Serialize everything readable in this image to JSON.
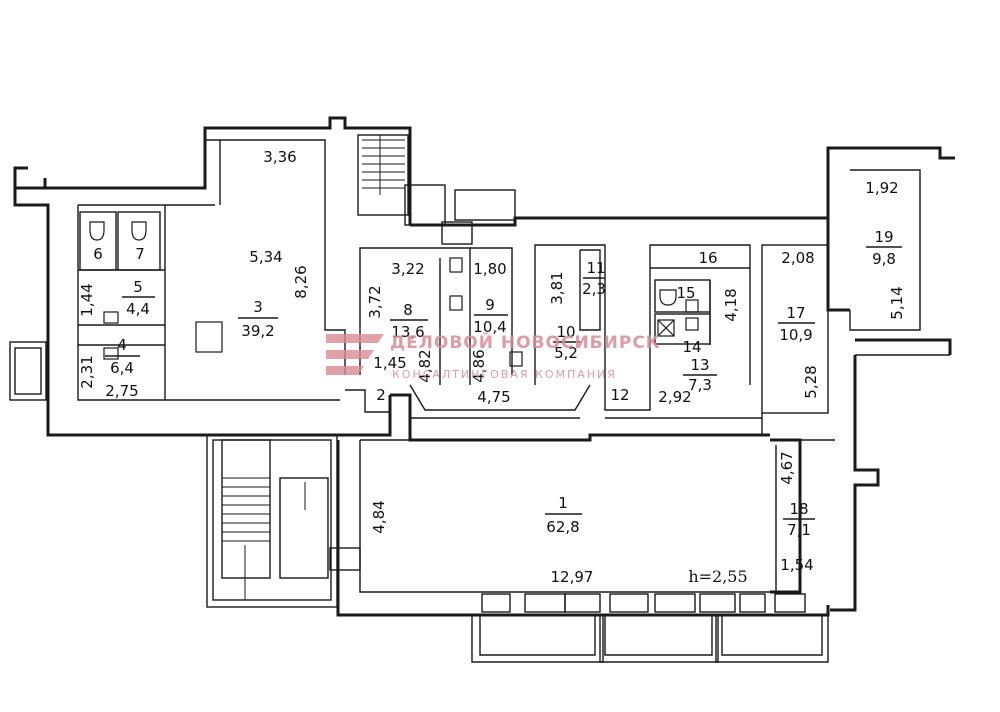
{
  "rooms": [
    {
      "id": "1",
      "number": "1",
      "area": "62,8"
    },
    {
      "id": "3",
      "number": "3",
      "area": "39,2"
    },
    {
      "id": "4",
      "number": "4",
      "area": "6,4"
    },
    {
      "id": "5",
      "number": "5",
      "area": "4,4"
    },
    {
      "id": "6",
      "number": "6",
      "area": ""
    },
    {
      "id": "7",
      "number": "7",
      "area": ""
    },
    {
      "id": "8",
      "number": "8",
      "area": "13,6"
    },
    {
      "id": "9",
      "number": "9",
      "area": "10,4"
    },
    {
      "id": "10",
      "number": "10",
      "area": "5,2"
    },
    {
      "id": "11",
      "number": "11",
      "area": "2,3"
    },
    {
      "id": "13",
      "number": "13",
      "area": "7,3"
    },
    {
      "id": "14",
      "number": "14",
      "area": ""
    },
    {
      "id": "15",
      "number": "15",
      "area": ""
    },
    {
      "id": "16",
      "number": "16",
      "area": ""
    },
    {
      "id": "17",
      "number": "17",
      "area": "10,9"
    },
    {
      "id": "18",
      "number": "18",
      "area": "7,1"
    },
    {
      "id": "19",
      "number": "19",
      "area": "9,8"
    }
  ],
  "dimensions": [
    "3,36",
    "5,34",
    "8,26",
    "3,22",
    "1,80",
    "3,72",
    "3,81",
    "1,92",
    "2,08",
    "4,18",
    "5,14",
    "5,28",
    "1,44",
    "2,31",
    "2,75",
    "1,45",
    "4,82",
    "4,86",
    "2",
    "4,75",
    "12",
    "2,92",
    "4,84",
    "12,97",
    "4,67",
    "1,54"
  ],
  "height_label": "h=2,55",
  "watermark": {
    "title": "ДЕЛОВОЙ НОВОСИБИРСК",
    "subtitle": "КОНСАЛТИНГОВАЯ КОМПАНИЯ",
    "logo": "delovoy-novosibirsk-logo"
  }
}
